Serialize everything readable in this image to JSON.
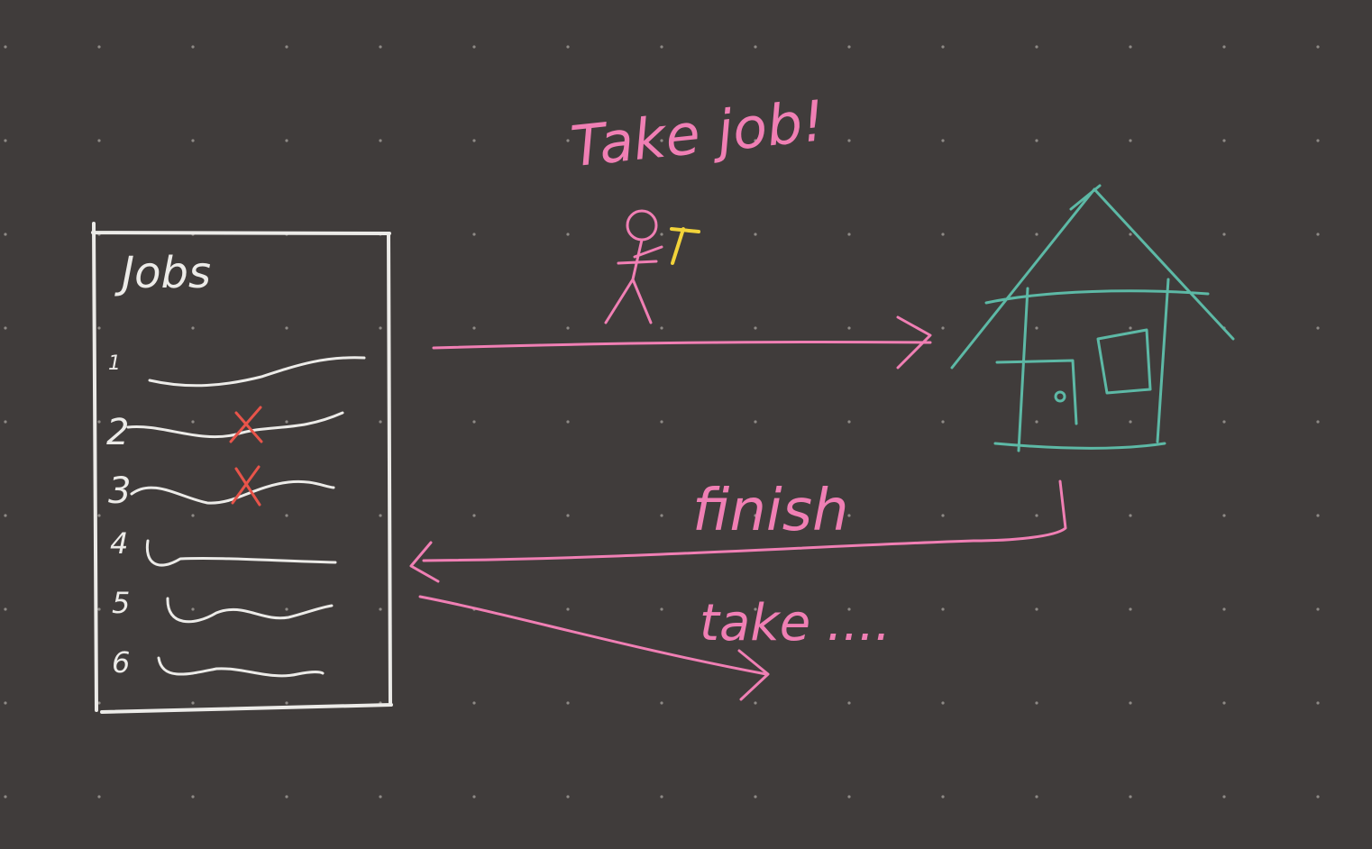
{
  "colors": {
    "background": "#403c3b",
    "grid_dot": "#8e8a86",
    "list": "#ecebe8",
    "arrow": "#f07fb4",
    "house": "#5db9a6",
    "cross": "#e8544a",
    "hammer": "#f2d33a"
  },
  "icons": [
    "stick-figure-icon",
    "hammer-icon",
    "house-icon",
    "cross-mark-icon"
  ],
  "jobs_panel": {
    "title": "Jobs",
    "items": [
      {
        "number": "1",
        "crossed": false
      },
      {
        "number": "2",
        "crossed": true
      },
      {
        "number": "3",
        "crossed": true
      },
      {
        "number": "4",
        "crossed": false
      },
      {
        "number": "5",
        "crossed": false
      },
      {
        "number": "6",
        "crossed": false
      }
    ]
  },
  "labels": {
    "take_job": "Take job!",
    "finish": "finish",
    "take_again": "take ...."
  }
}
